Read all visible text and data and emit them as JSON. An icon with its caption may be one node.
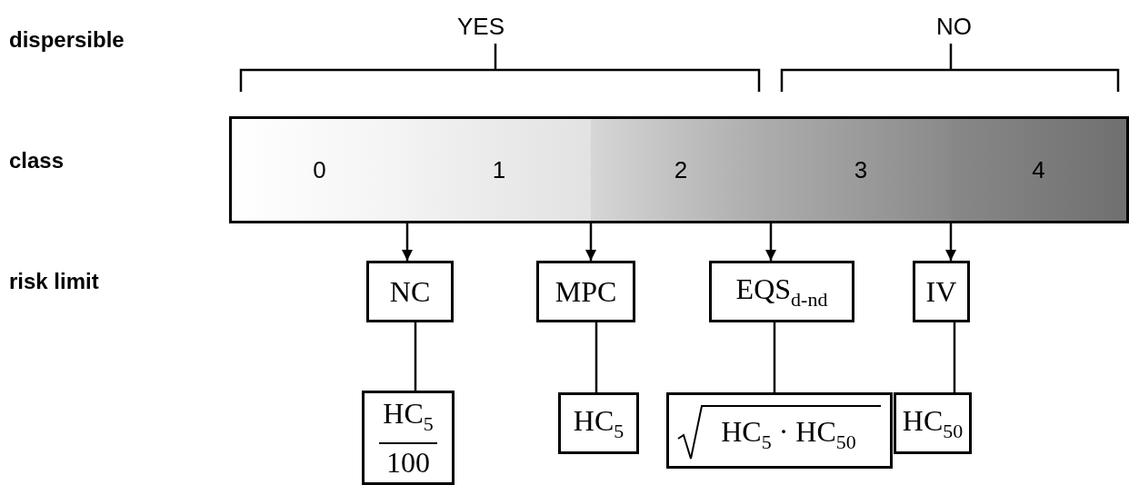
{
  "diagram": {
    "nodes": [
      {
        "text": [
          "0"
        ]
      },
      {
        "text": [
          "1"
        ]
      },
      {
        "text": [
          "2"
        ]
      },
      {
        "text": [
          "3"
        ]
      },
      {
        "text": [
          "4"
        ]
      },
      {
        "text": [
          "NC"
        ]
      },
      {
        "text": [
          "MPC"
        ]
      },
      {
        "text": [
          "EQS$_{d-nd}$"
        ]
      },
      {
        "text": [
          "IV"
        ]
      },
      {
        "text": [
          "HC$_{5}$",
          "100"
        ]
      },
      {
        "text": [
          "HC$_{5}$"
        ]
      },
      {
        "text": [
          "HC$_{5}$ · HC$_{50}$"
        ]
      },
      {
        "text": [
          "HC$_{50}$"
        ]
      }
    ],
    "edges": [
      {
        "from": 1,
        "to": 5,
        "arrow": "to"
      },
      {
        "from": 2,
        "to": 6,
        "arrow": "to"
      },
      {
        "from": 3,
        "to": 7,
        "arrow": "to"
      },
      {
        "from": 4,
        "to": 8,
        "arrow": "to"
      },
      {
        "from": 5,
        "to": 9,
        "arrow": "none"
      },
      {
        "from": 6,
        "to": 10,
        "arrow": "none"
      },
      {
        "from": 7,
        "to": 11,
        "arrow": "none"
      },
      {
        "from": 8,
        "to": 12,
        "arrow": "none"
      }
    ],
    "labels": [
      "dispersible",
      "YES",
      "NO",
      "class",
      "risk limit"
    ]
  }
}
